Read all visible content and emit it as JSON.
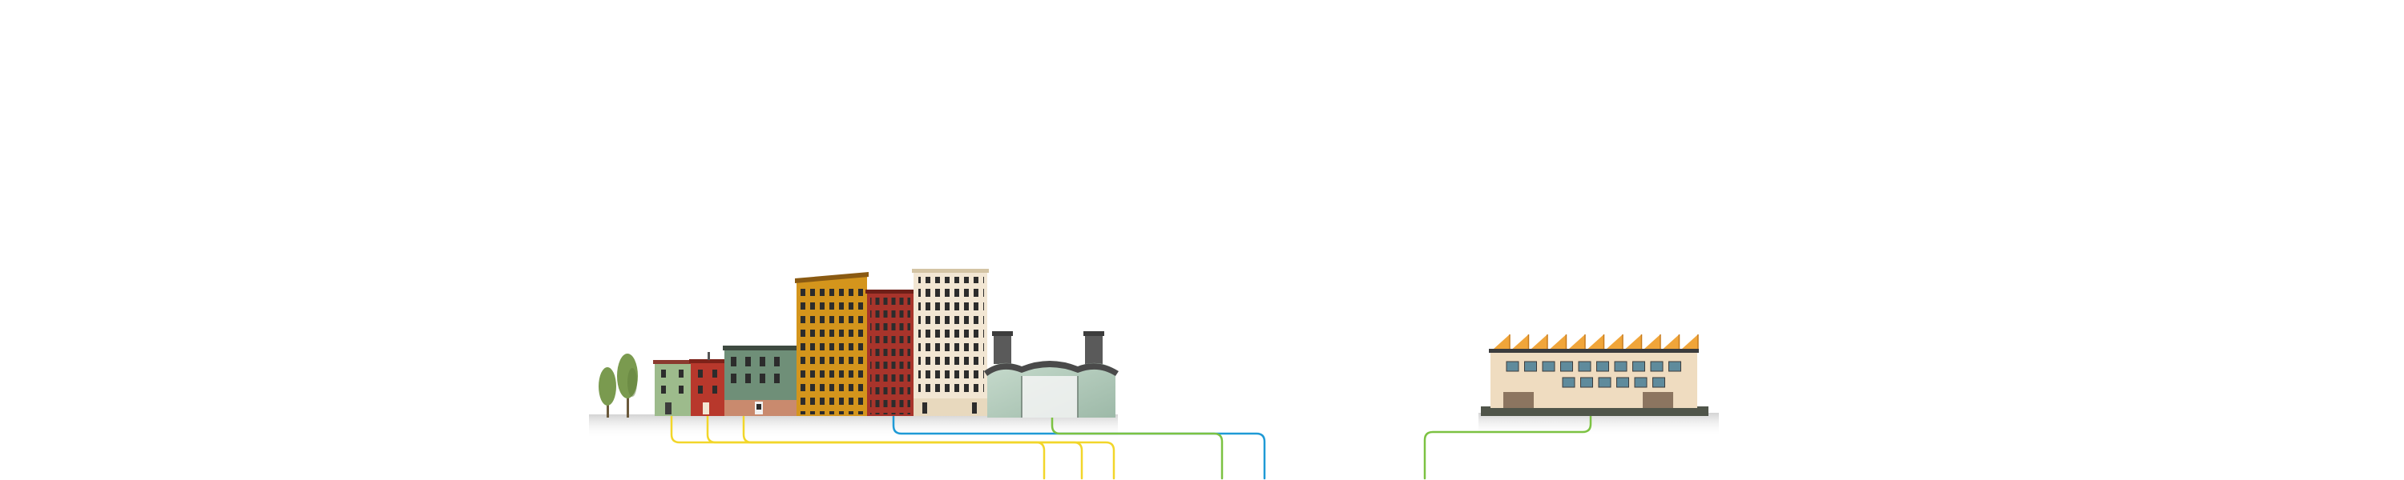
{
  "scene": {
    "background": "#ffffff",
    "ground_shadow": "#d9d9d9",
    "colors": {
      "line_yellow": "#f2d62a",
      "line_blue": "#1f9ad6",
      "line_green": "#7cc242",
      "tree": "#7a9a4f",
      "tree_dark": "#5f7d3c",
      "house_green": "#9dbb8c",
      "house_red": "#b8382c",
      "house_sage": "#6f8f78",
      "tower_ochre": "#d4951c",
      "tower_brick": "#a8342b",
      "tower_cream": "#f2e6d3",
      "hall_glass": "#b9cfc1",
      "hall_roof": "#4a4a4a",
      "factory_wall": "#efdcc0",
      "factory_roof_panel": "#f0a53a",
      "factory_window": "#5f8b9c",
      "factory_base": "#50554a",
      "window_dark": "#2c2c2c"
    },
    "elements": [
      {
        "name": "tree-icon",
        "kind": "tree"
      },
      {
        "name": "rowhouse-green-icon",
        "kind": "house"
      },
      {
        "name": "rowhouse-red-icon",
        "kind": "house"
      },
      {
        "name": "rowhouse-sage-icon",
        "kind": "house"
      },
      {
        "name": "tower-ochre-icon",
        "kind": "apartment"
      },
      {
        "name": "tower-brick-icon",
        "kind": "apartment"
      },
      {
        "name": "tower-cream-icon",
        "kind": "apartment"
      },
      {
        "name": "industrial-hall-icon",
        "kind": "hall"
      },
      {
        "name": "solar-factory-icon",
        "kind": "factory"
      }
    ],
    "connection_lines": [
      {
        "name": "yellow-line-1",
        "color": "line_yellow"
      },
      {
        "name": "yellow-line-2",
        "color": "line_yellow"
      },
      {
        "name": "yellow-line-3",
        "color": "line_yellow"
      },
      {
        "name": "blue-line",
        "color": "line_blue"
      },
      {
        "name": "green-line-city",
        "color": "line_green"
      },
      {
        "name": "green-line-factory",
        "color": "line_green"
      }
    ]
  }
}
